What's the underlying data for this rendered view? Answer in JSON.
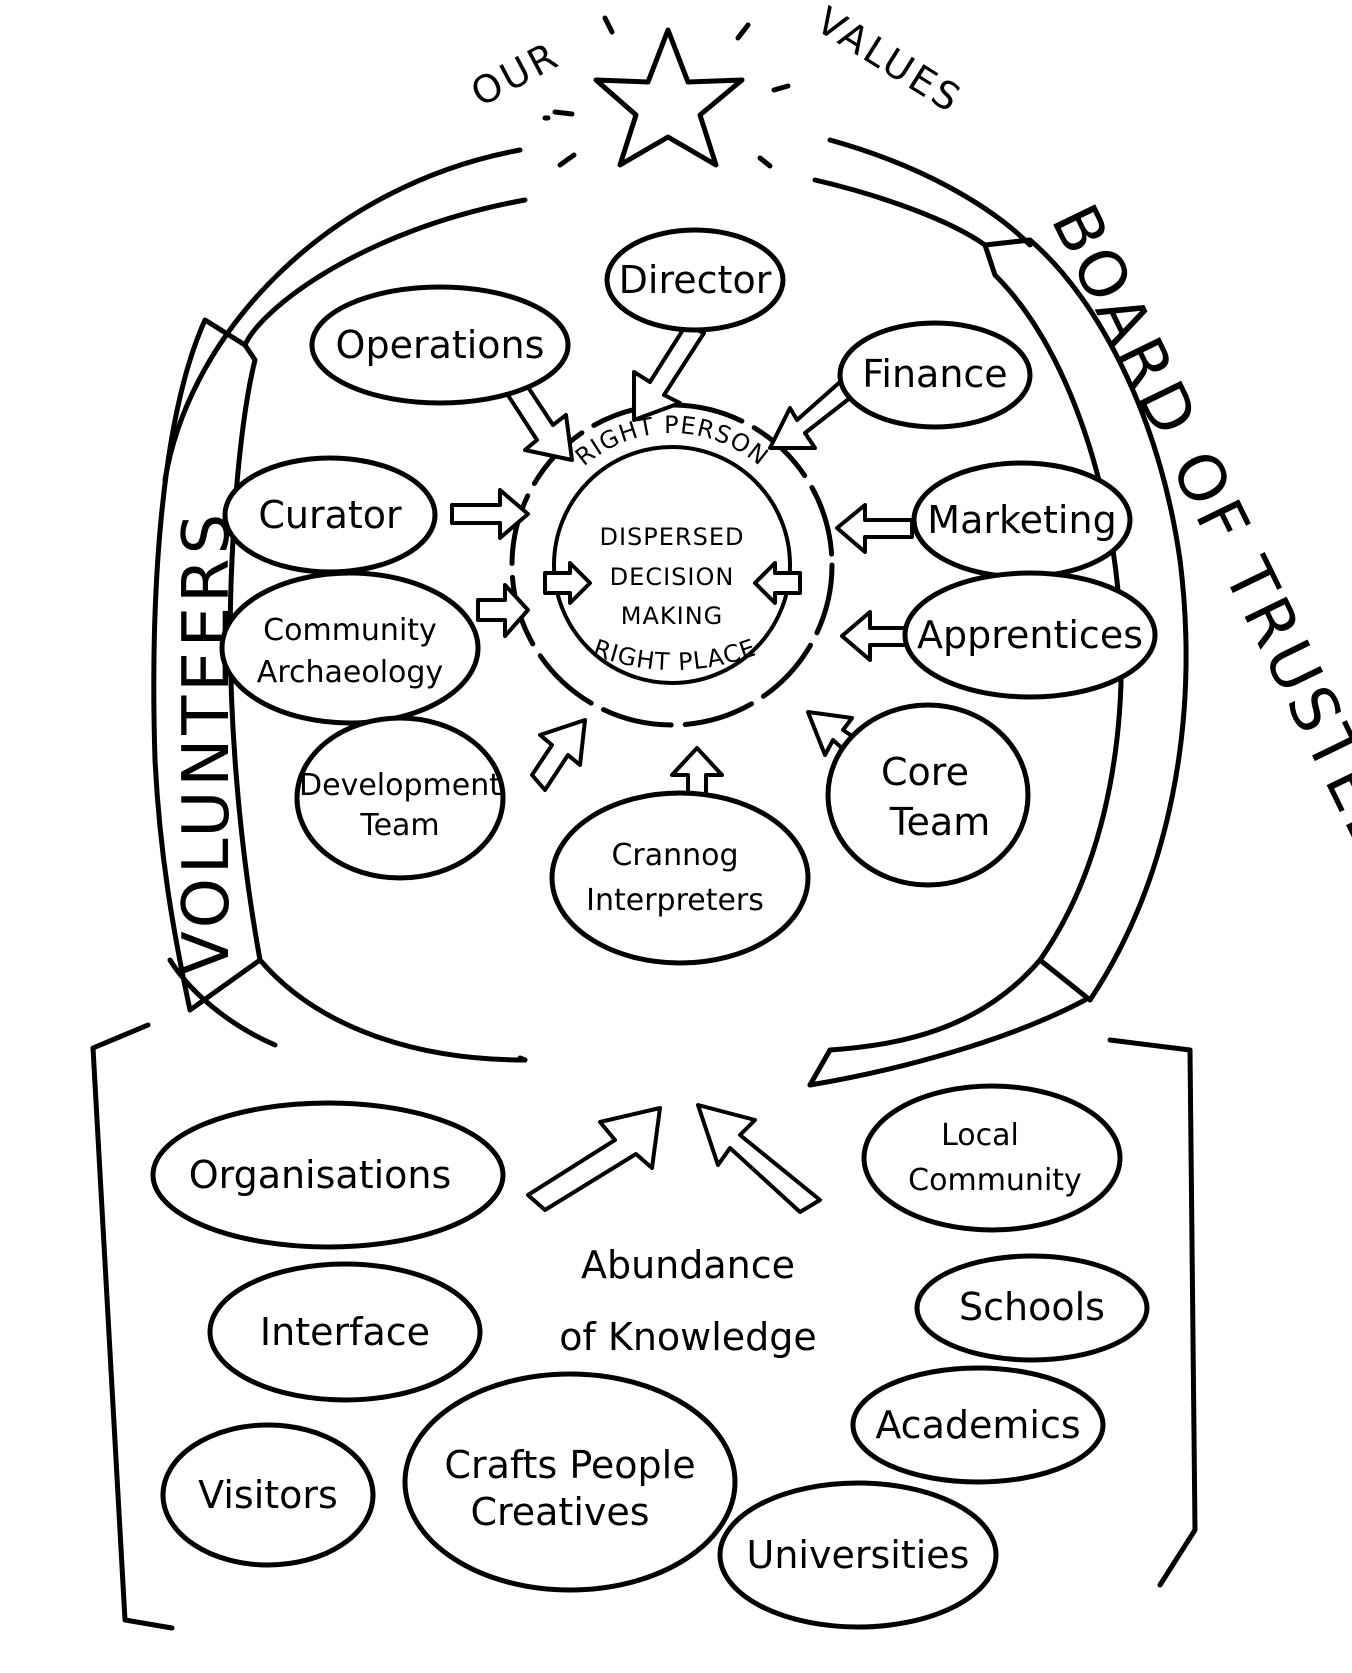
{
  "header": {
    "left": "OUR",
    "right": "VALUES",
    "icon": "star-icon"
  },
  "bands": {
    "left": "VOLUNTEERS",
    "right": "BOARD OF TRUSTEES"
  },
  "center": {
    "top": "RIGHT PERSON",
    "bottom": "RIGHT PLACE",
    "core": [
      "DISPERSED",
      "DECISION",
      "MAKING"
    ]
  },
  "roles": [
    {
      "id": "director",
      "lines": [
        "Director"
      ]
    },
    {
      "id": "operations",
      "lines": [
        "Operations"
      ]
    },
    {
      "id": "finance",
      "lines": [
        "Finance"
      ]
    },
    {
      "id": "curator",
      "lines": [
        "Curator"
      ]
    },
    {
      "id": "marketing",
      "lines": [
        "Marketing"
      ]
    },
    {
      "id": "community-archaeology",
      "lines": [
        "Community",
        "Archaeology"
      ]
    },
    {
      "id": "apprentices",
      "lines": [
        "Apprentices"
      ]
    },
    {
      "id": "development-team",
      "lines": [
        "Development",
        "Team"
      ]
    },
    {
      "id": "core-team",
      "lines": [
        "Core",
        "Team"
      ]
    },
    {
      "id": "crannog-interpreters",
      "lines": [
        "Crannog",
        "Interpreters"
      ]
    }
  ],
  "knowledge": {
    "title": [
      "Abundance",
      "of Knowledge"
    ],
    "sources": [
      {
        "id": "organisations",
        "lines": [
          "Organisations"
        ]
      },
      {
        "id": "local-community",
        "lines": [
          "Local",
          "Community"
        ]
      },
      {
        "id": "schools",
        "lines": [
          "Schools"
        ]
      },
      {
        "id": "interface",
        "lines": [
          "Interface"
        ]
      },
      {
        "id": "academics",
        "lines": [
          "Academics"
        ]
      },
      {
        "id": "visitors",
        "lines": [
          "Visitors"
        ]
      },
      {
        "id": "crafts-people",
        "lines": [
          "Crafts People",
          "Creatives"
        ]
      },
      {
        "id": "universities",
        "lines": [
          "Universities"
        ]
      }
    ]
  }
}
